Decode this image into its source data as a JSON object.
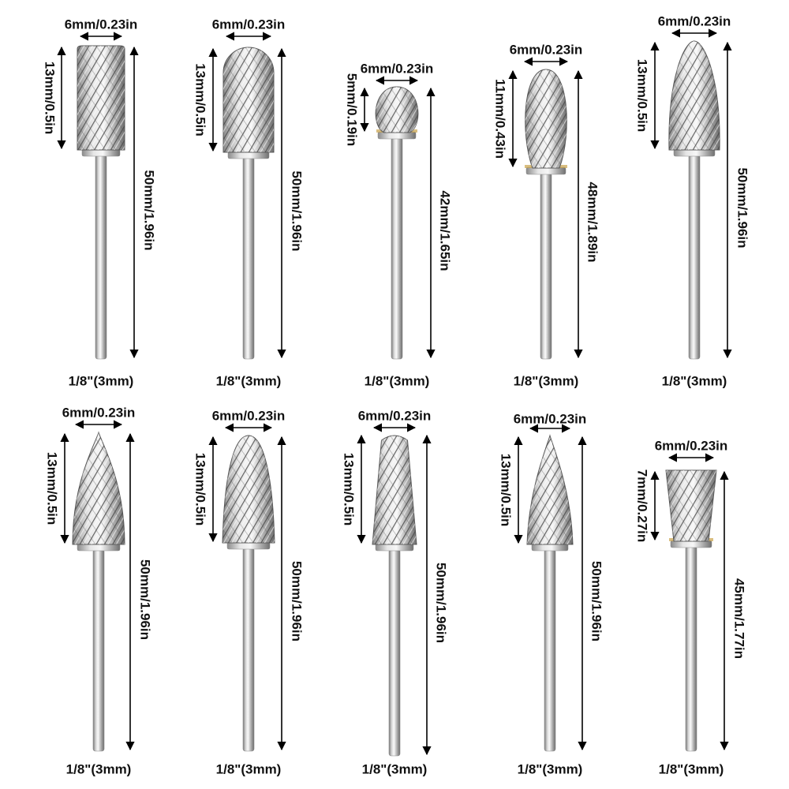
{
  "bits": [
    {
      "shape": "cylinder",
      "width": "6mm/0.23in",
      "head": "13mm/0.5in",
      "total": "50mm/1.96in",
      "shank": "1/8\"(3mm)"
    },
    {
      "shape": "cylinder-ball",
      "width": "6mm/0.23in",
      "head": "13mm/0.5in",
      "total": "50mm/1.96in",
      "shank": "1/8\"(3mm)"
    },
    {
      "shape": "ball",
      "width": "6mm/0.23in",
      "head": "5mm/0.19in",
      "total": "42mm/1.65in",
      "shank": "1/8\"(3mm)"
    },
    {
      "shape": "oval",
      "width": "6mm/0.23in",
      "head": "11mm/0.43in",
      "total": "48mm/1.89in",
      "shank": "1/8\"(3mm)"
    },
    {
      "shape": "flame",
      "width": "6mm/0.23in",
      "head": "13mm/0.5in",
      "total": "50mm/1.96in",
      "shank": "1/8\"(3mm)"
    },
    {
      "shape": "tree-pointed",
      "width": "6mm/0.23in",
      "head": "13mm/0.5in",
      "total": "50mm/1.96in",
      "shank": "1/8\"(3mm)"
    },
    {
      "shape": "tree-radius",
      "width": "6mm/0.23in",
      "head": "13mm/0.5in",
      "total": "50mm/1.96in",
      "shank": "1/8\"(3mm)"
    },
    {
      "shape": "taper-radius",
      "width": "6mm/0.23in",
      "head": "13mm/0.5in",
      "total": "50mm/1.96in",
      "shank": "1/8\"(3mm)"
    },
    {
      "shape": "cone",
      "width": "6mm/0.23in",
      "head": "13mm/0.5in",
      "total": "50mm/1.96in",
      "shank": "1/8\"(3mm)"
    },
    {
      "shape": "inverted-cone",
      "width": "6mm/0.23in",
      "head": "7mm/0.27in",
      "total": "45mm/1.77in",
      "shank": "1/8\"(3mm)"
    }
  ],
  "colors": {
    "text": "#111111",
    "arrow": "#000000",
    "steel_light": "#f2f2f2",
    "steel_dark": "#6d6d6d",
    "gold": "#c9a24a"
  }
}
